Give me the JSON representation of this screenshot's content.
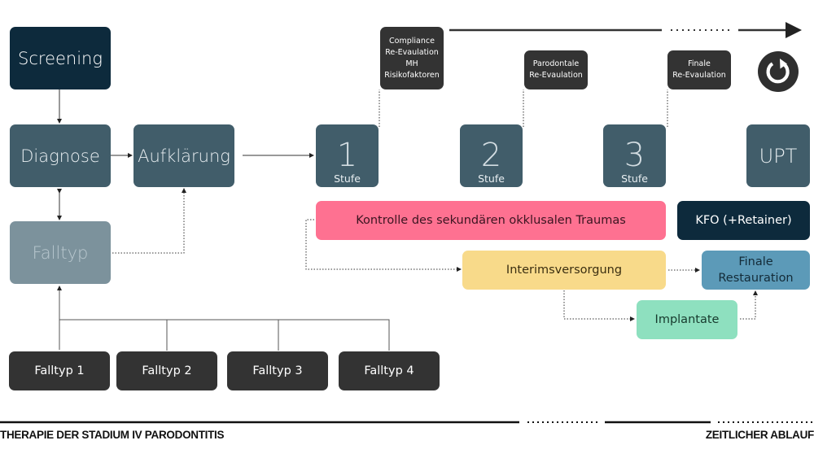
{
  "diagram": {
    "screening": "Screening",
    "diagnose": "Diagnose",
    "aufklaerung": "Aufklärung",
    "falltyp": "Falltyp",
    "falltypen": [
      "Falltyp 1",
      "Falltyp 2",
      "Falltyp 3",
      "Falltyp 4"
    ],
    "stages": [
      {
        "number": "1",
        "label": "Stufe"
      },
      {
        "number": "2",
        "label": "Stufe"
      },
      {
        "number": "3",
        "label": "Stufe"
      }
    ],
    "upt": "UPT",
    "evaluations": [
      {
        "lines": [
          "Compliance",
          "Re-Evaulation",
          "MH",
          "Risikofaktoren"
        ]
      },
      {
        "lines": [
          "Parodontale",
          "Re-Evaulation"
        ]
      },
      {
        "lines": [
          "Finale",
          "Re-Evaulation"
        ]
      }
    ],
    "kontrolle": "Kontrolle des sekundären okklusalen Traumas",
    "kfo": "KFO (+Retainer)",
    "interimsversorgung": "Interimsversorgung",
    "finale_restauration": [
      "Finale",
      "Restauration"
    ],
    "implantate": "Implantate",
    "refresh_icon": "refresh-icon"
  },
  "footer": {
    "left_title": "THERAPIE DER STADIUM IV PARODONTITIS",
    "right_title": "ZEITLICHER ABLAUF"
  },
  "colors": {
    "dark_navy": "#0d2a3c",
    "slate": "#415d6a",
    "gray_slate": "#7c929c",
    "charcoal": "#333333",
    "pink": "#fe7191",
    "yellow": "#f8da8a",
    "blue": "#5c9ab8",
    "mint": "#8ee0bf"
  }
}
